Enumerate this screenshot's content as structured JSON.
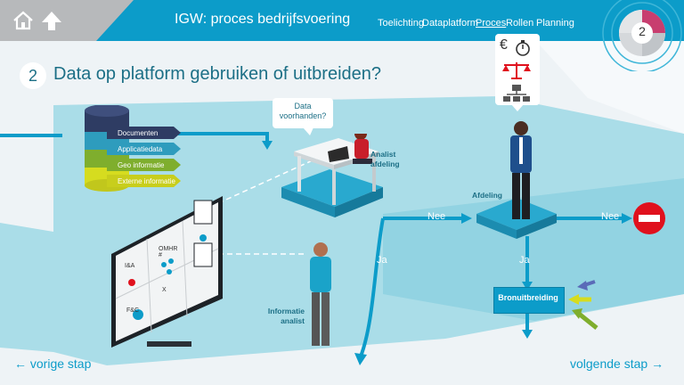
{
  "header": {
    "title": "IGW: proces bedrijfsvoering",
    "nav": [
      {
        "label": "Toelichting"
      },
      {
        "label": "Dataplatform"
      },
      {
        "label": "Proces"
      },
      {
        "label": "Rollen"
      },
      {
        "label": "Planning"
      }
    ],
    "active_nav": "Proces",
    "step_indicator": "2"
  },
  "heading": {
    "number": "2",
    "text": "Data op platform gebruiken of uitbreiden?"
  },
  "database": {
    "layers": [
      "Documenten",
      "Applicatiedata",
      "Geo informatie",
      "Externe informatie"
    ],
    "layer_colors": [
      "#2e3c63",
      "#2e9cbd",
      "#7fae2d",
      "#d6dc1f"
    ]
  },
  "speech_bubble": "Data voorhanden?",
  "labels": {
    "analist_afdeling": "Analist afdeling",
    "afdeling": "Afdeling",
    "informatie_analist": "Informatie analist",
    "nee_1": "Nee",
    "nee_2": "Nee",
    "ja_1": "Ja",
    "ja_2": "Ja",
    "bronuitbreiding": "Bronuitbreiding"
  },
  "monitor": {
    "cells": [
      "I&A",
      "OMHR #",
      "F&C",
      "X"
    ]
  },
  "icon_panel": {
    "currency_symbol": "€"
  },
  "footer": {
    "prev": "← vorige stap",
    "next": "volgende stap →"
  },
  "colors": {
    "accent": "#0c9cc9",
    "dark_teal": "#1c6f86",
    "floor": "#aadde8",
    "stop_sign": "#e0111d"
  }
}
